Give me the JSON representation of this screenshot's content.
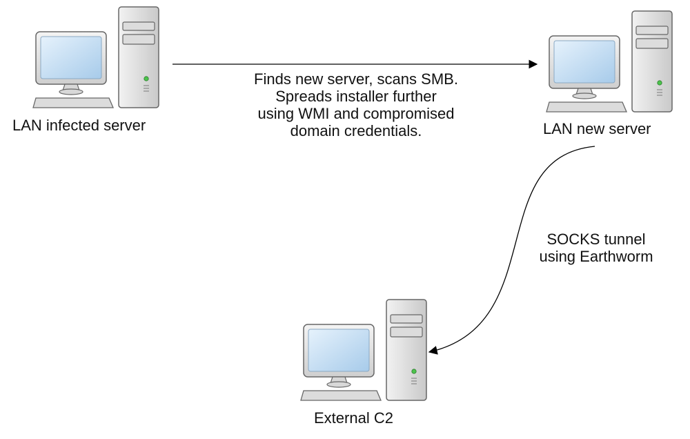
{
  "nodes": {
    "lan_infected": {
      "label": "LAN infected server",
      "icon": "computer-icon"
    },
    "lan_new": {
      "label": "LAN new server",
      "icon": "computer-icon"
    },
    "external_c2": {
      "label": "External C2",
      "icon": "computer-icon"
    }
  },
  "edges": {
    "spread": {
      "from": "LAN infected server",
      "to": "LAN new server",
      "lines": [
        "Finds new server, scans SMB.",
        "Spreads installer further",
        "using WMI and compromised",
        "domain credentials."
      ]
    },
    "tunnel": {
      "from": "LAN new server",
      "to": "External C2",
      "lines": [
        "SOCKS tunnel",
        "using Earthworm"
      ]
    }
  },
  "colors": {
    "screen": "#bcd9f3",
    "chassis": "#d9d9d9",
    "outline": "#555555",
    "led": "#4cc44c"
  }
}
